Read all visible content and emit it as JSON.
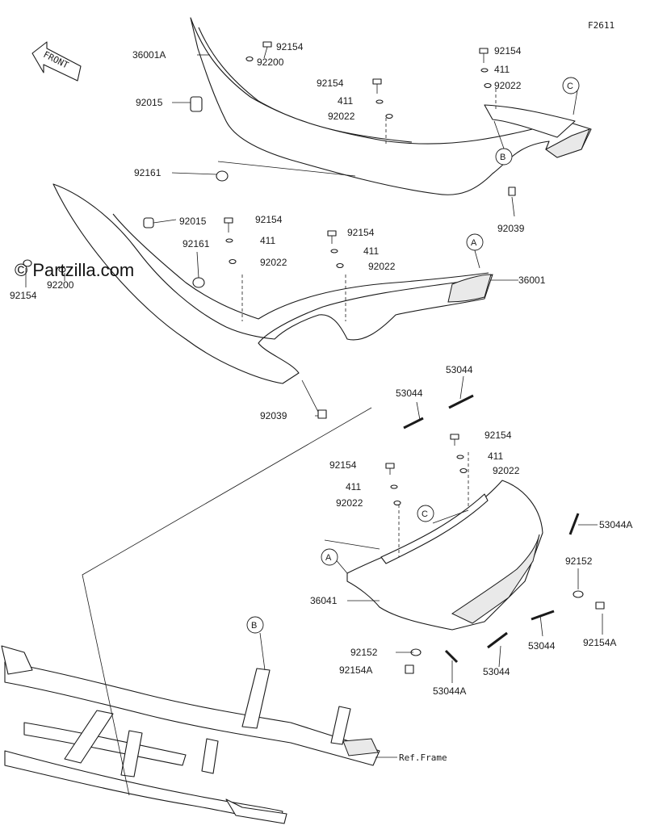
{
  "figure_code": "F2611",
  "front_label": "FRONT",
  "watermark": "© Partzilla.com",
  "ref_frame_label": "Ref.Frame",
  "parts": {
    "p36001A": "36001A",
    "p92154_a": "92154",
    "p92200_a": "92200",
    "p92015_a": "92015",
    "p92154_b": "92154",
    "p411_a": "411",
    "p92022_a": "92022",
    "p92154_c": "92154",
    "p411_b": "411",
    "p92022_b": "92022",
    "p92161_a": "92161",
    "p92039_a": "92039",
    "p92015_b": "92015",
    "p92154_d": "92154",
    "p411_c": "411",
    "p92161_b": "92161",
    "p92022_c": "92022",
    "p92154_e": "92154",
    "p411_d": "411",
    "p92022_d": "92022",
    "p36001": "36001",
    "p92200_b": "92200",
    "p92154_f": "92154",
    "p92039_b": "92039",
    "p53044_a": "53044",
    "p53044_b": "53044",
    "p92154_g": "92154",
    "p411_e": "411",
    "p92022_e": "92022",
    "p92154_h": "92154",
    "p411_f": "411",
    "p92022_f": "92022",
    "p53044A_a": "53044A",
    "p92152_a": "92152",
    "p36041": "36041",
    "p92154A_a": "92154A",
    "p53044_c": "53044",
    "p92152_b": "92152",
    "p92154A_b": "92154A",
    "p53044_d": "53044",
    "p53044A_b": "53044A"
  },
  "callouts": {
    "A1": "A",
    "A2": "A",
    "B1": "B",
    "B2": "B",
    "C1": "C",
    "C2": "C"
  },
  "icons": [
    "front-arrow-icon",
    "fastener-icons"
  ]
}
